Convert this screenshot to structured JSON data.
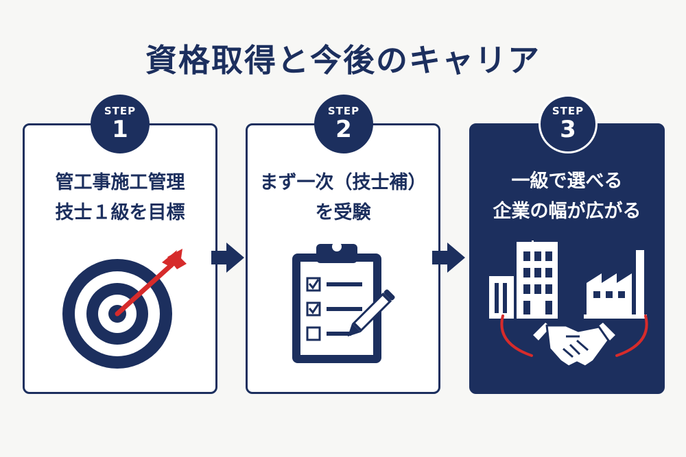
{
  "title": "資格取得と今後のキャリア",
  "steps": [
    {
      "step_label": "STEP",
      "number": "1",
      "lines": [
        "管工事施工管理",
        "技士１級を目標"
      ],
      "icon": "target-icon"
    },
    {
      "step_label": "STEP",
      "number": "2",
      "lines": [
        "まず一次（技士補）",
        "を受験"
      ],
      "icon": "clipboard-checklist-icon"
    },
    {
      "step_label": "STEP",
      "number": "3",
      "lines": [
        "一級で選べる",
        "企業の幅が広がる"
      ],
      "icon": "buildings-handshake-icon"
    }
  ],
  "colors": {
    "navy": "#1c2f5e",
    "accent_red": "#d62b2b",
    "background": "#f7f7f5",
    "white": "#ffffff"
  }
}
